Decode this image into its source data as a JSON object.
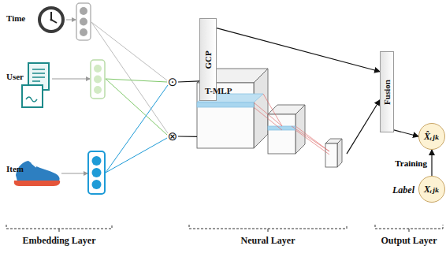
{
  "diagram": {
    "nodes": [
      {
        "text": [
          "⊙"
        ]
      },
      {
        "text": [
          "⊗"
        ]
      },
      {
        "text": [
          "GCP"
        ]
      },
      {
        "text": [
          "T-MLP"
        ]
      },
      {
        "text": [
          "Fusion"
        ]
      },
      {
        "text": [
          "X̂ᵢⱼₖ"
        ]
      },
      {
        "text": [
          "Label",
          "Xᵢⱼₖ"
        ]
      }
    ],
    "edges": [
      {
        "from": 0,
        "to": 2,
        "arrow": "none"
      },
      {
        "from": 1,
        "to": 3,
        "arrow": "none"
      },
      {
        "from": 2,
        "to": 4,
        "arrow": "to"
      },
      {
        "from": 3,
        "to": 4,
        "arrow": "to"
      },
      {
        "from": 4,
        "to": 5,
        "arrow": "to"
      },
      {
        "from": 6,
        "to": 5,
        "label": "Training",
        "arrow": "to"
      }
    ],
    "labels": [
      "Time",
      "User",
      "Item",
      "Embedding Layer",
      "Neural Layer",
      "Output Layer"
    ]
  }
}
